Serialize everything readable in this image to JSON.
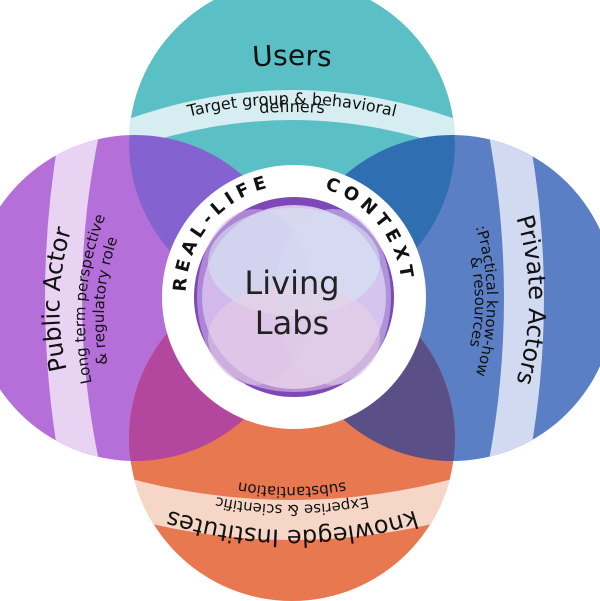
{
  "diagram": {
    "users": {
      "title": "Users",
      "subtitle_line1": "Target group & behavioral",
      "subtitle_line2": "definers",
      "color": "#5bbfc6"
    },
    "public_actor": {
      "title": "Public Actor",
      "subtitle_line1": "Long term perspective",
      "subtitle_line2": "& regulatory role",
      "color": "#b56fd9"
    },
    "private_actors": {
      "title": "Private Actors",
      "subtitle_line1": ":Practical know-how",
      "subtitle_line2": "& resources",
      "color": "#5b7fc4"
    },
    "knowledge_institutes": {
      "title": "knowlegde Institutes",
      "subtitle_line1": "Experise & scientific",
      "subtitle_line2": "substantiation",
      "color": "#e8784f"
    },
    "ring": {
      "left_text": "REAL-LIFE",
      "right_text": "CONTEXT"
    },
    "core": {
      "line1": "Living",
      "line2": "Labs"
    }
  }
}
